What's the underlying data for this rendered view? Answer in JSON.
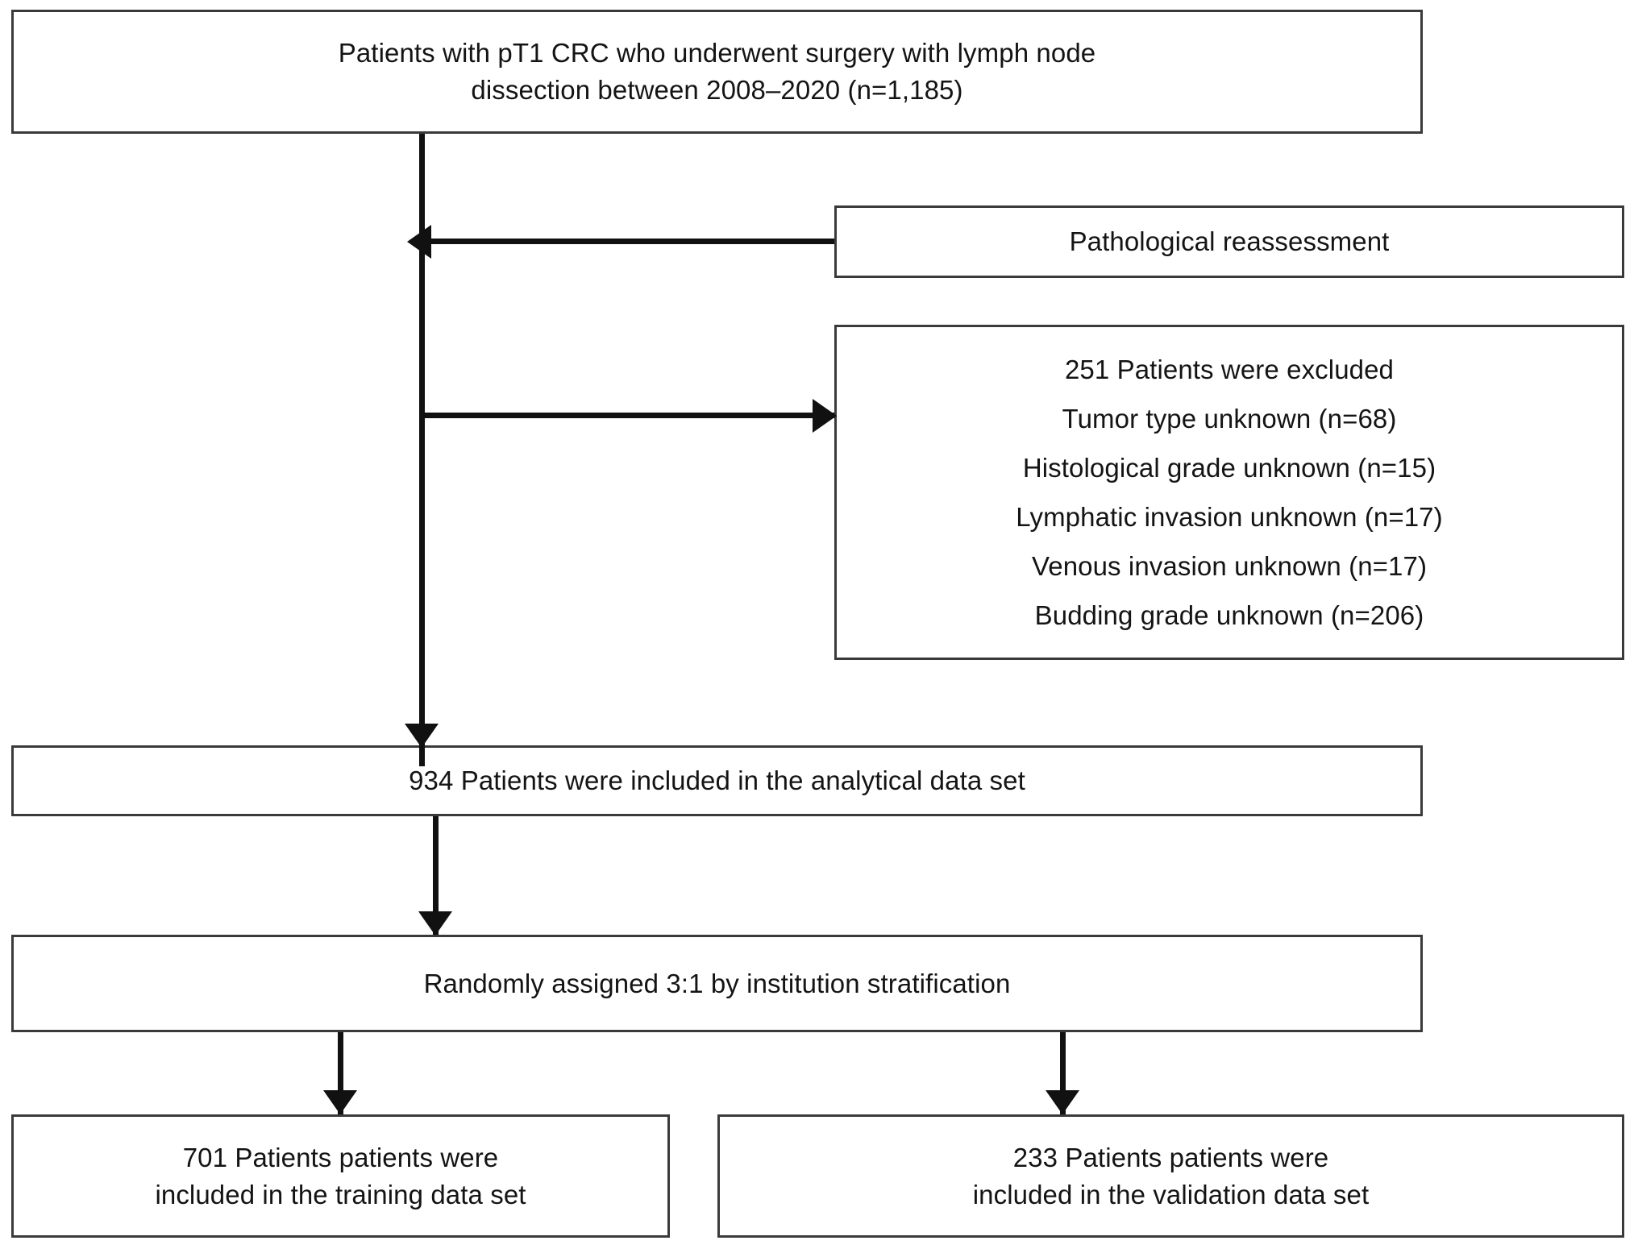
{
  "diagram": {
    "title": "Patient selection flow diagram",
    "type": "flowchart",
    "colors": {
      "box_border": "#3a3a3a",
      "connector": "#111111",
      "background": "#ffffff",
      "text": "#141414"
    },
    "nodes": {
      "cohort": {
        "lines": [
          "Patients with pT1 CRC who underwent surgery with lymph node",
          "dissection between 2008–2020 (n=1,185)"
        ]
      },
      "reassessment": {
        "lines": [
          "Pathological reassessment"
        ]
      },
      "excluded": {
        "lines": [
          "251 Patients were excluded",
          "Tumor type unknown (n=68)",
          "Histological grade unknown (n=15)",
          "Lymphatic invasion unknown (n=17)",
          "Venous invasion unknown (n=17)",
          "Budding grade unknown (n=206)"
        ]
      },
      "analytical": {
        "lines": [
          "934 Patients were included in the analytical data set"
        ]
      },
      "randomization": {
        "lines": [
          "Randomly assigned 3:1 by institution stratification"
        ]
      },
      "training": {
        "lines": [
          "701 Patients patients were",
          "included in the training data set"
        ]
      },
      "validation": {
        "lines": [
          "233 Patients patients were",
          "included in the validation data set"
        ]
      }
    }
  }
}
